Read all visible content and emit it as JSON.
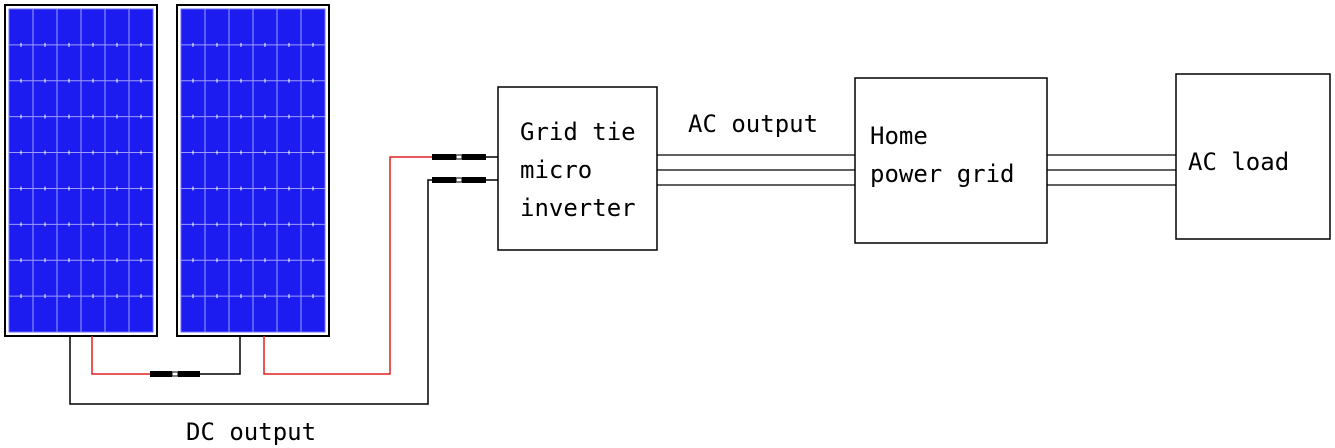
{
  "components": {
    "panels": [
      {
        "name": "solar-panel-left"
      },
      {
        "name": "solar-panel-right"
      }
    ],
    "inverter": {
      "line1": "Grid tie",
      "line2": "micro",
      "line3": "inverter"
    },
    "grid": {
      "line1": "Home",
      "line2": "power grid"
    },
    "load": {
      "label": "AC load"
    }
  },
  "labels": {
    "ac_output": "AC output",
    "dc_output": "DC output"
  },
  "colors": {
    "panel_cell": "#1c1cf0",
    "panel_grid": "#9b9bff",
    "positive_wire": "#e02020",
    "wire": "#000000",
    "box_stroke": "#000000"
  }
}
